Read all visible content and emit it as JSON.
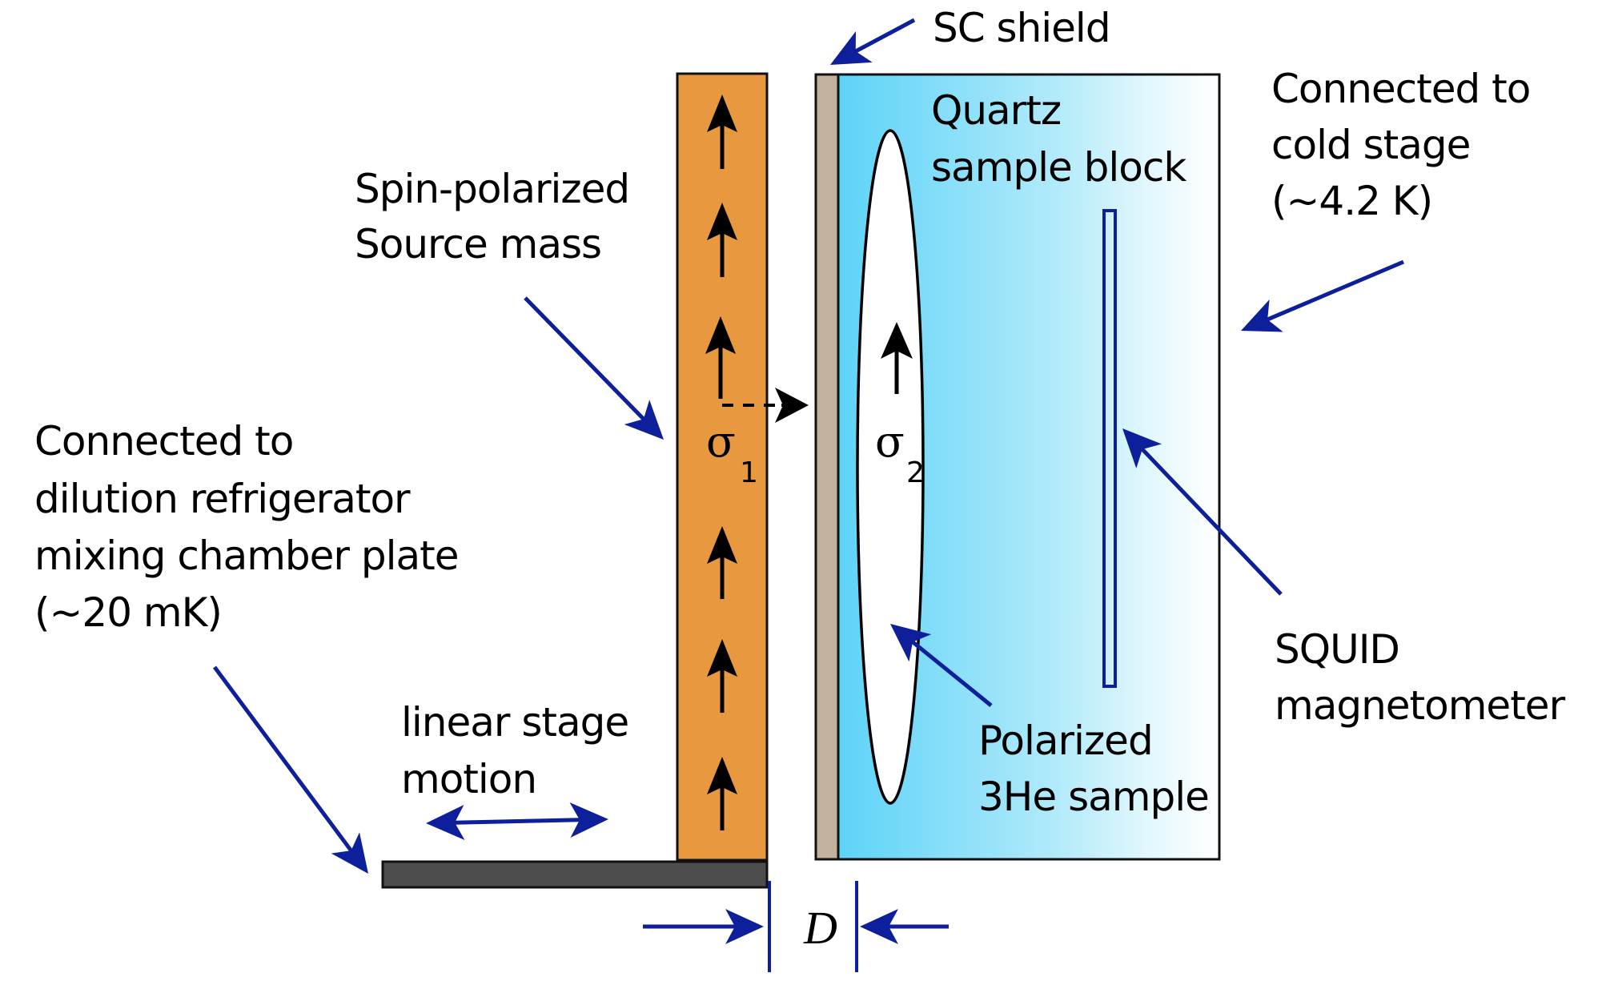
{
  "diagram": {
    "labels": {
      "sc_shield": "SC shield",
      "quartz_line1": "Quartz",
      "quartz_line2": "sample block",
      "cold_stage_line1": "Connected to",
      "cold_stage_line2": "cold stage",
      "cold_stage_line3": "(~4.2 K)",
      "source_line1": "Spin-polarized",
      "source_line2": "Source mass",
      "dilution_line1": "Connected to",
      "dilution_line2": "dilution refrigerator",
      "dilution_line3": "mixing chamber plate",
      "dilution_line4": "(~20 mK)",
      "linear_line1": "linear stage",
      "linear_line2": "motion",
      "squid_line1": "SQUID",
      "squid_line2": "magnetometer",
      "polarized_line1": "Polarized",
      "polarized_line2": "3He sample",
      "sigma1": "σ",
      "sigma1_sub": "1",
      "sigma2": "σ",
      "sigma2_sub": "2",
      "distance": "D"
    },
    "colors": {
      "source_mass": "#e8993f",
      "shield": "#c2b29d",
      "quartz_start": "#5dd3f8",
      "quartz_end": "#ffffff",
      "stage_plate": "#4d4d4d",
      "annotation_arrow": "#0d1f9a",
      "spin_arrow": "#000000"
    }
  }
}
